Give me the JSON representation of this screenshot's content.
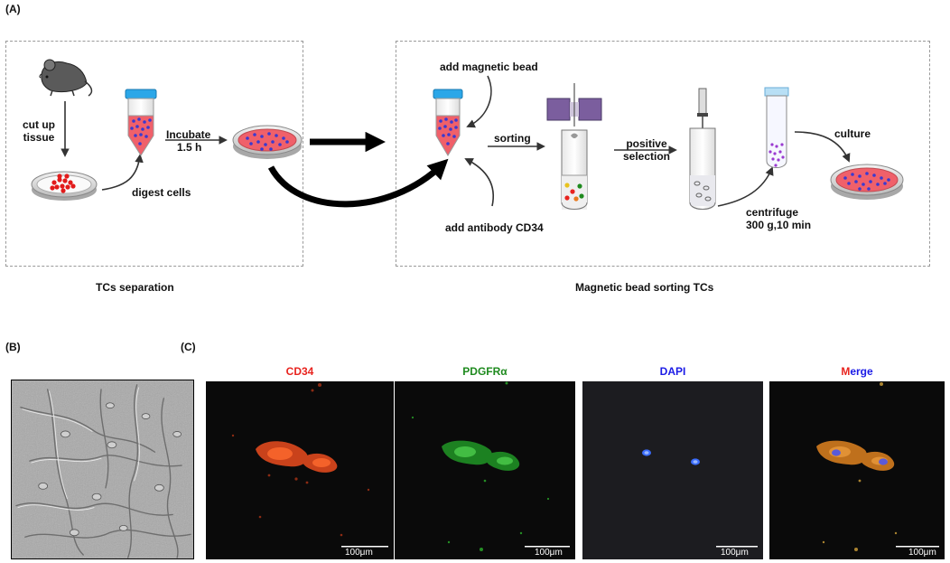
{
  "panels": {
    "a": "(A)",
    "b": "(B)",
    "c": "(C)"
  },
  "section_a": {
    "left_box_title": "TCs separation",
    "right_box_title": "Magnetic bead sorting TCs",
    "cut_up_line1": "cut up",
    "cut_up_line2": "tissue",
    "digest": "digest cells",
    "incubate_line1": "Incubate",
    "incubate_line2": "1.5 h",
    "add_bead": "add magnetic bead",
    "add_antibody": "add antibody CD34",
    "sorting": "sorting",
    "positive_line1": "positive",
    "positive_line2": "selection",
    "centrifuge_line1": "centrifuge",
    "centrifuge_line2": "300 g,10 min",
    "culture": "culture"
  },
  "section_c": {
    "cd34": "CD34",
    "pdgfra": "PDGFRα",
    "dapi": "DAPI",
    "merge_m": "M",
    "merge_rest": "erge",
    "scale": "100μm"
  },
  "colors": {
    "cd34": "#e8231e",
    "pdgfra": "#1e8a1e",
    "dapi": "#1a1ae6",
    "dish_pink": "#f0606a",
    "cap_blue": "#2ba7e8",
    "magnet_purple": "#7b5e9e"
  }
}
